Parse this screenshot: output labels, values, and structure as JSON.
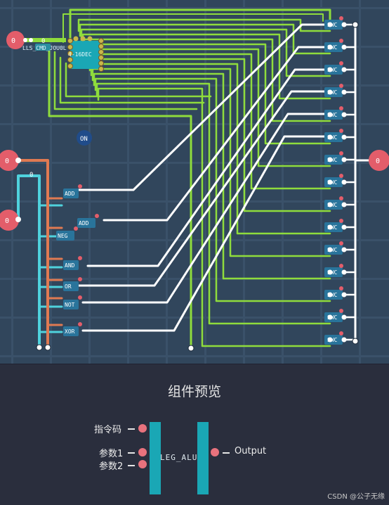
{
  "canvas": {
    "ports": {
      "top_left": "0",
      "left_upper": "0",
      "left_lower": "0",
      "right_output": "0"
    },
    "bus_labels": {
      "lls_cmd": "LLS_CMD_JOU0L",
      "low_bit": "0",
      "wire_a": "0",
      "decoder_sub": "0"
    },
    "decoder_label": "4-16DEC",
    "on_label": "ON",
    "gates": [
      {
        "label": "ADD"
      },
      {
        "label": "ADD"
      },
      {
        "label": "NEG"
      },
      {
        "label": "AND"
      },
      {
        "label": "OR"
      },
      {
        "label": "NOT"
      },
      {
        "label": "XOR"
      }
    ],
    "switch_label": "SWC",
    "switch_count": 15,
    "colors": {
      "green": "#8fdc3c",
      "white": "#ffffff",
      "cyan": "#4fd2dd",
      "orange": "#e07a52",
      "port": "#e35d6a",
      "chip": "#1aa7b5",
      "background": "#31465c"
    }
  },
  "preview": {
    "title": "组件预览",
    "inputs": [
      {
        "label": "指令码"
      },
      {
        "label": "参数1"
      },
      {
        "label": "参数2"
      }
    ],
    "output": {
      "label": "Output"
    },
    "component_name": "LEG_ALU",
    "watermark": "CSDN @公子无缘"
  }
}
